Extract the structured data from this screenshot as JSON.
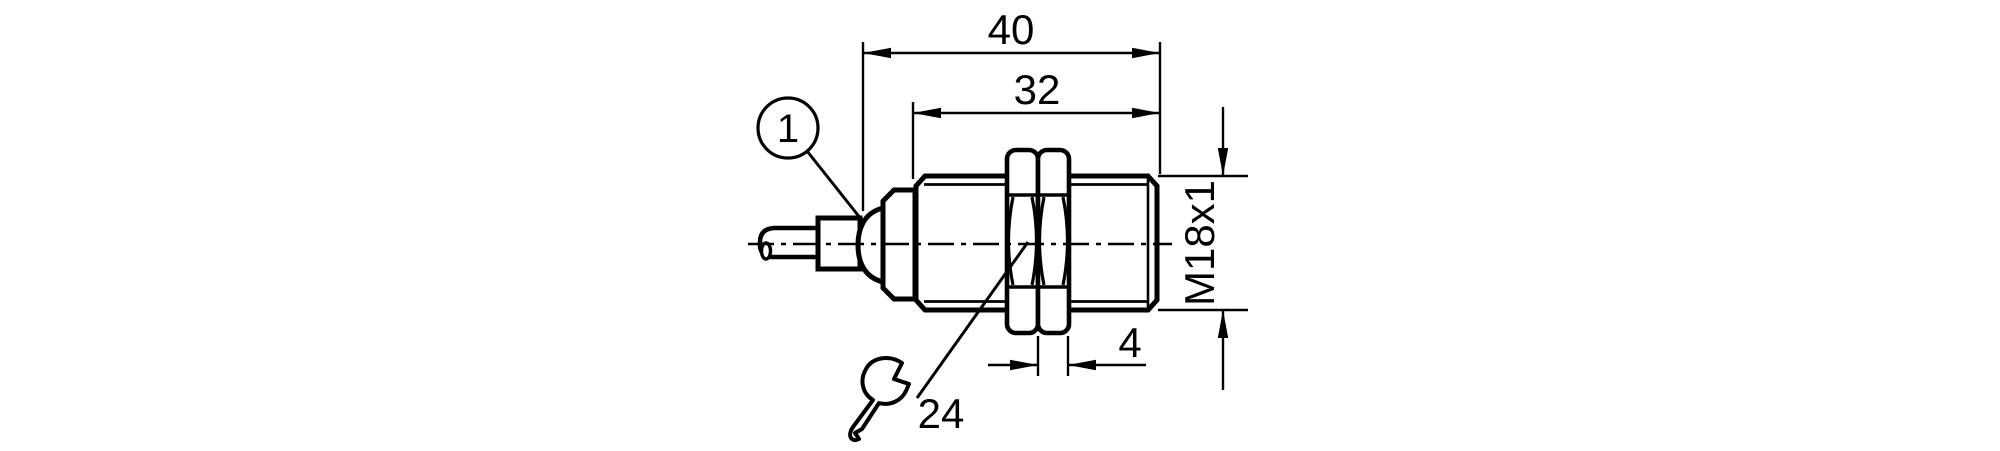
{
  "drawing": {
    "background_color": "#ffffff",
    "line_color": "#000000",
    "callouts": {
      "position_marker": "1",
      "wrench_size": "24"
    },
    "dimensions": {
      "overall_length": "40",
      "thread_length": "32",
      "thread_spec": "M18x1",
      "nut_width": "4"
    },
    "icons": {
      "wrench": "open-end-wrench-icon"
    }
  }
}
